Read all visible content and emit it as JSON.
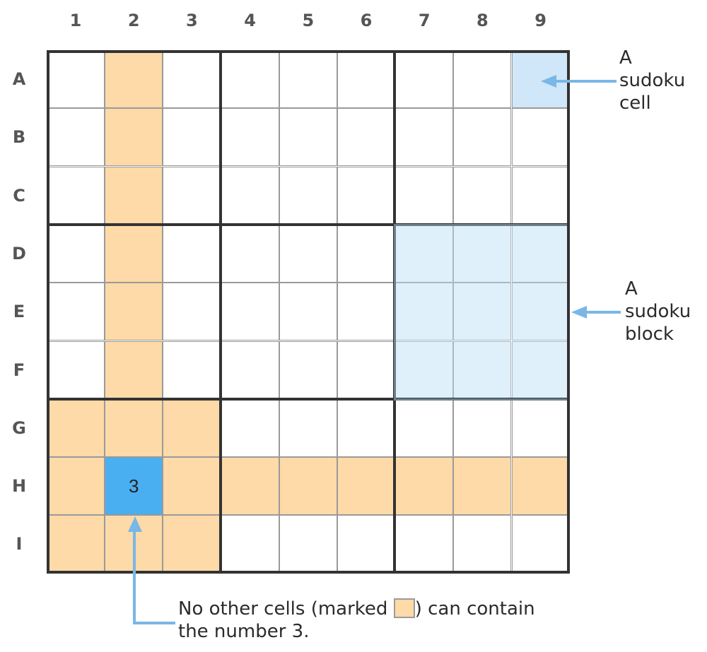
{
  "columns": [
    "1",
    "2",
    "3",
    "4",
    "5",
    "6",
    "7",
    "8",
    "9"
  ],
  "rows": [
    "A",
    "B",
    "C",
    "D",
    "E",
    "F",
    "G",
    "H",
    "I"
  ],
  "given": {
    "row": "H",
    "col": "2",
    "value": "3"
  },
  "excluded_cells_color": "#fddaa8",
  "given_cell_color": "#4aaff0",
  "cell_demo_color": "#cfe7f8",
  "block_demo_color": "#e0f0fa",
  "annotations": {
    "cell": {
      "line1": "A",
      "line2": "sudoku",
      "line3": "cell"
    },
    "block": {
      "line1": "A",
      "line2": "sudoku",
      "line3": "block"
    },
    "note": {
      "part1": "No other cells (marked ",
      "part2": ") can contain",
      "line2": "the number 3."
    }
  }
}
